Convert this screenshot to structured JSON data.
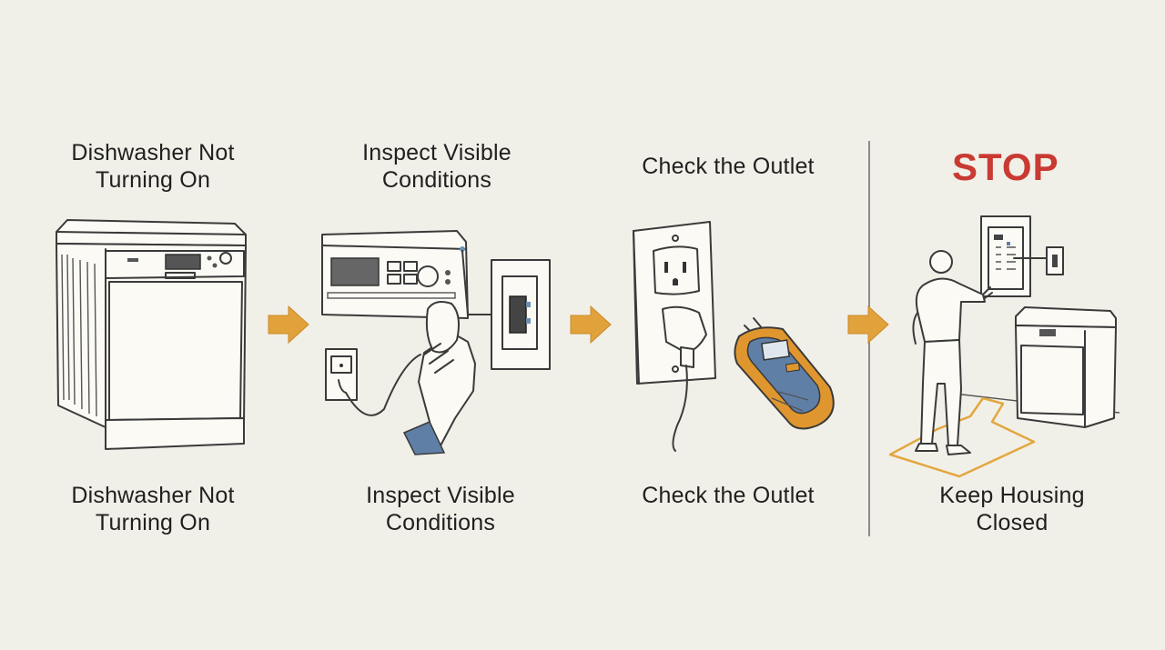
{
  "steps": [
    {
      "top_label": "Dishwasher Not\nTurning On",
      "bottom_label": "Dishwasher Not\nTurning On",
      "illustration": "dishwasher-icon"
    },
    {
      "top_label": "Inspect Visible\nConditions",
      "bottom_label": "Inspect Visible\nConditions",
      "illustration": "inspect-hand-icon"
    },
    {
      "top_label": "Check the Outlet",
      "bottom_label": "Check the Outlet",
      "illustration": "outlet-tester-icon"
    },
    {
      "top_label": "STOP",
      "bottom_label": "Keep Housing\nClosed",
      "illustration": "breaker-panel-person-icon"
    }
  ],
  "colors": {
    "background": "#f1f0e8",
    "arrow": "#e2a23b",
    "stop": "#c83a32",
    "tester_orange": "#e0962e",
    "tester_blue": "#5f7fa6",
    "floor_marking": "#e3a73f"
  }
}
